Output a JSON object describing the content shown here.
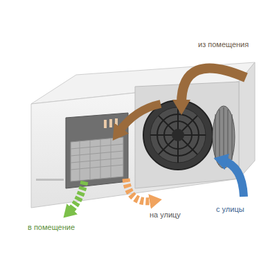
{
  "diagram": {
    "labels": [
      "из помещения",
      "на улицу",
      "с улицы",
      "в помещение"
    ]
  }
}
